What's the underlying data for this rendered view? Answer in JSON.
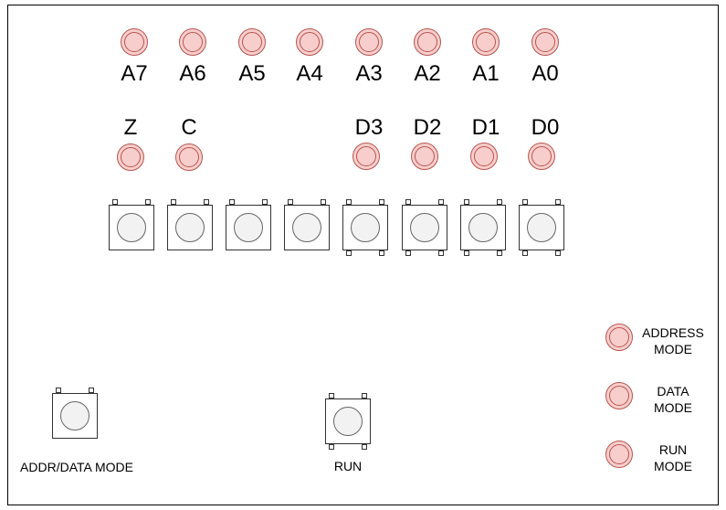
{
  "address_leds": [
    "A7",
    "A6",
    "A5",
    "A4",
    "A3",
    "A2",
    "A1",
    "A0"
  ],
  "flag_leds": [
    "Z",
    "C"
  ],
  "data_leds": [
    "D3",
    "D2",
    "D1",
    "D0"
  ],
  "mode_leds": [
    {
      "line1": "ADDRESS",
      "line2": "MODE"
    },
    {
      "line1": "DATA",
      "line2": "MODE"
    },
    {
      "line1": "RUN",
      "line2": "MODE"
    }
  ],
  "buttons": {
    "addr_data": "ADDR/DATA MODE",
    "run": "RUN"
  },
  "colors": {
    "led_fill": "#f8cecc",
    "led_stroke": "#b85450",
    "button_fill": "#f2f2f2"
  }
}
